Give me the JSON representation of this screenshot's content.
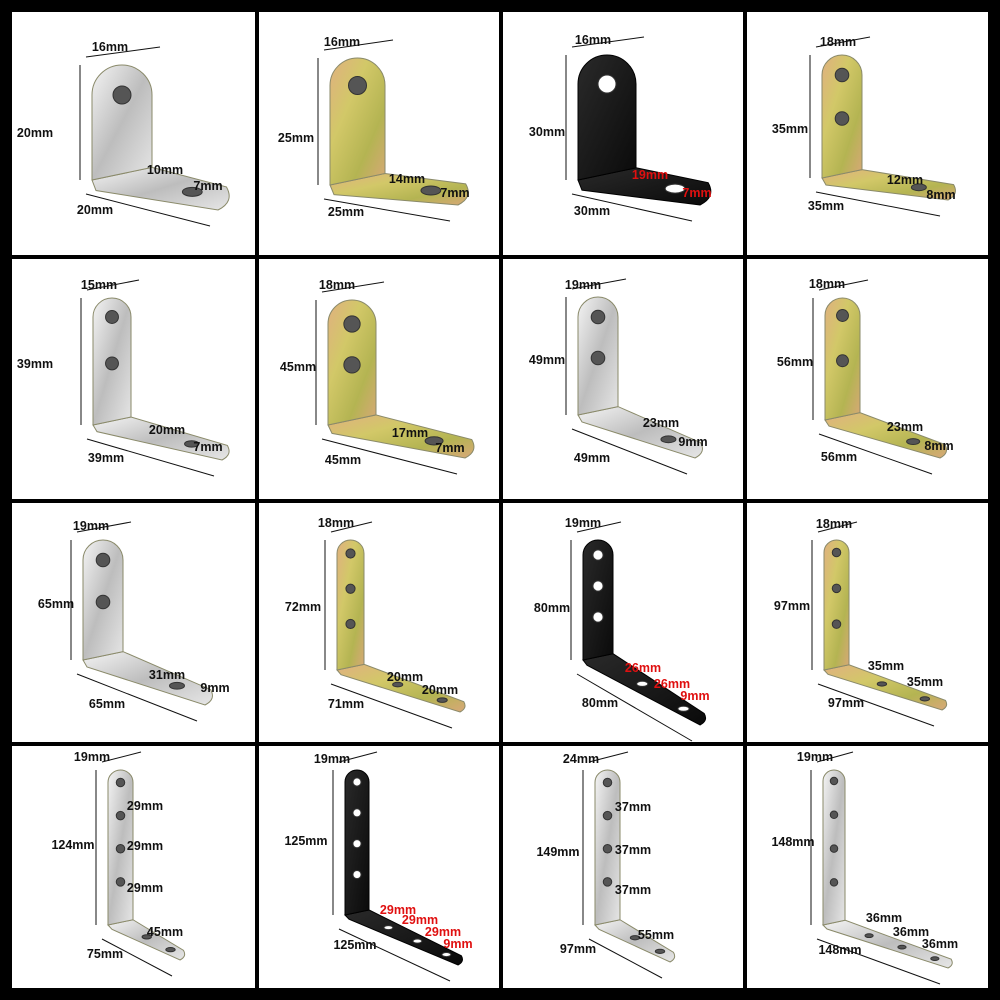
{
  "colors": {
    "silver": "#c9c9c9",
    "zinc": "#c8b45a",
    "black": "#151515",
    "label": "#111111",
    "label_highlight": "#e01010"
  },
  "cells": [
    {
      "finish": "silver",
      "labels": [
        {
          "text": "16mm"
        },
        {
          "text": "20mm"
        },
        {
          "text": "20mm"
        },
        {
          "text": "10mm"
        },
        {
          "text": "7mm"
        }
      ]
    },
    {
      "finish": "zinc",
      "labels": [
        {
          "text": "16mm"
        },
        {
          "text": "25mm"
        },
        {
          "text": "25mm"
        },
        {
          "text": "14mm"
        },
        {
          "text": "7mm"
        }
      ]
    },
    {
      "finish": "black",
      "labels": [
        {
          "text": "16mm"
        },
        {
          "text": "30mm"
        },
        {
          "text": "30mm"
        },
        {
          "text": "19mm",
          "highlight": true
        },
        {
          "text": "7mm",
          "highlight": true
        }
      ]
    },
    {
      "finish": "zinc",
      "labels": [
        {
          "text": "18mm"
        },
        {
          "text": "35mm"
        },
        {
          "text": "35mm"
        },
        {
          "text": "12mm"
        },
        {
          "text": "8mm"
        }
      ]
    },
    {
      "finish": "silver",
      "labels": [
        {
          "text": "15mm"
        },
        {
          "text": "39mm"
        },
        {
          "text": "39mm"
        },
        {
          "text": "20mm"
        },
        {
          "text": "7mm"
        }
      ]
    },
    {
      "finish": "zinc",
      "labels": [
        {
          "text": "18mm"
        },
        {
          "text": "45mm"
        },
        {
          "text": "45mm"
        },
        {
          "text": "17mm"
        },
        {
          "text": "7mm"
        }
      ]
    },
    {
      "finish": "silver",
      "labels": [
        {
          "text": "19mm"
        },
        {
          "text": "49mm"
        },
        {
          "text": "49mm"
        },
        {
          "text": "23mm"
        },
        {
          "text": "9mm"
        }
      ]
    },
    {
      "finish": "zinc",
      "labels": [
        {
          "text": "18mm"
        },
        {
          "text": "56mm"
        },
        {
          "text": "56mm"
        },
        {
          "text": "23mm"
        },
        {
          "text": "8mm"
        }
      ]
    },
    {
      "finish": "silver",
      "labels": [
        {
          "text": "19mm"
        },
        {
          "text": "65mm"
        },
        {
          "text": "65mm"
        },
        {
          "text": "31mm"
        },
        {
          "text": "9mm"
        }
      ]
    },
    {
      "finish": "zinc",
      "labels": [
        {
          "text": "18mm"
        },
        {
          "text": "72mm"
        },
        {
          "text": "71mm"
        },
        {
          "text": "20mm"
        },
        {
          "text": "20mm"
        }
      ]
    },
    {
      "finish": "black",
      "labels": [
        {
          "text": "19mm"
        },
        {
          "text": "80mm"
        },
        {
          "text": "80mm"
        },
        {
          "text": "26mm",
          "highlight": true
        },
        {
          "text": "26mm",
          "highlight": true
        },
        {
          "text": "9mm",
          "highlight": true
        }
      ]
    },
    {
      "finish": "zinc",
      "labels": [
        {
          "text": "18mm"
        },
        {
          "text": "97mm"
        },
        {
          "text": "97mm"
        },
        {
          "text": "35mm"
        },
        {
          "text": "35mm"
        }
      ]
    },
    {
      "finish": "silver",
      "labels": [
        {
          "text": "19mm"
        },
        {
          "text": "124mm"
        },
        {
          "text": "75mm"
        },
        {
          "text": "29mm"
        },
        {
          "text": "29mm"
        },
        {
          "text": "29mm"
        },
        {
          "text": "45mm"
        }
      ]
    },
    {
      "finish": "black",
      "labels": [
        {
          "text": "19mm"
        },
        {
          "text": "125mm"
        },
        {
          "text": "125mm"
        },
        {
          "text": "29mm",
          "highlight": true
        },
        {
          "text": "29mm",
          "highlight": true
        },
        {
          "text": "29mm",
          "highlight": true
        },
        {
          "text": "9mm",
          "highlight": true
        }
      ]
    },
    {
      "finish": "silver",
      "labels": [
        {
          "text": "24mm"
        },
        {
          "text": "149mm"
        },
        {
          "text": "97mm"
        },
        {
          "text": "37mm"
        },
        {
          "text": "37mm"
        },
        {
          "text": "37mm"
        },
        {
          "text": "55mm"
        }
      ]
    },
    {
      "finish": "silver",
      "labels": [
        {
          "text": "19mm"
        },
        {
          "text": "148mm"
        },
        {
          "text": "148mm"
        },
        {
          "text": "36mm"
        },
        {
          "text": "36mm"
        },
        {
          "text": "36mm"
        }
      ]
    }
  ]
}
